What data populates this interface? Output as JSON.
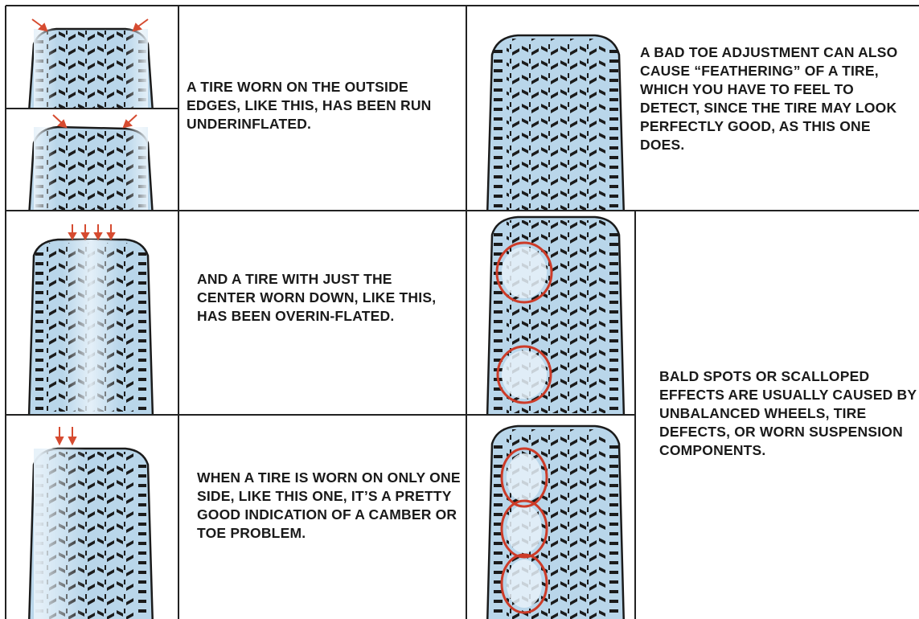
{
  "colors": {
    "tire_fill": "#b9d6ea",
    "tread_block": "#1b1b1b",
    "worn_highlight": "#e6f1f9",
    "arrow": "#d64b30",
    "circle": "#cc3b28",
    "grid_line": "#222222"
  },
  "captions": {
    "underinflated": "A TIRE WORN ON THE OUTSIDE EDGES, LIKE THIS, HAS BEEN RUN UNDERINFLATED.",
    "feathering": "A BAD TOE ADJUSTMENT CAN ALSO CAUSE “FEATHERING” OF A TIRE, WHICH YOU HAVE TO FEEL TO DETECT, SINCE THE TIRE MAY LOOK PERFECTLY GOOD, AS THIS ONE DOES.",
    "overinflated": "AND A TIRE WITH JUST THE CENTER WORN DOWN, LIKE THIS, HAS BEEN OVERIN-FLATED.",
    "bald_spots": "BALD SPOTS OR SCALLOPED EFFECTS ARE USUALLY CAUSED BY UNBALANCED WHEELS, TIRE DEFECTS, OR WORN SUSPENSION COMPONENTS.",
    "camber_toe": "WHEN A TIRE IS WORN ON ONLY ONE SIDE, LIKE THIS ONE, IT’S A PRETTY GOOD INDICATION OF A CAMBER OR TOE PROBLEM."
  },
  "tires": [
    {
      "id": "underinflated-a",
      "wear": "edges",
      "arrows": "inward-edges",
      "bald_spots": 0
    },
    {
      "id": "underinflated-b",
      "wear": "edges",
      "arrows": "inward-edges",
      "bald_spots": 0
    },
    {
      "id": "feathered",
      "wear": "none",
      "arrows": "none",
      "bald_spots": 0
    },
    {
      "id": "overinflated",
      "wear": "center",
      "arrows": 4,
      "bald_spots": 0
    },
    {
      "id": "bald-spots-two",
      "wear": "spots",
      "arrows": "none",
      "bald_spots": 2
    },
    {
      "id": "one-side-worn",
      "wear": "left-side",
      "arrows": 2,
      "bald_spots": 0
    },
    {
      "id": "bald-spots-three",
      "wear": "spots",
      "arrows": "none",
      "bald_spots": 3
    }
  ]
}
